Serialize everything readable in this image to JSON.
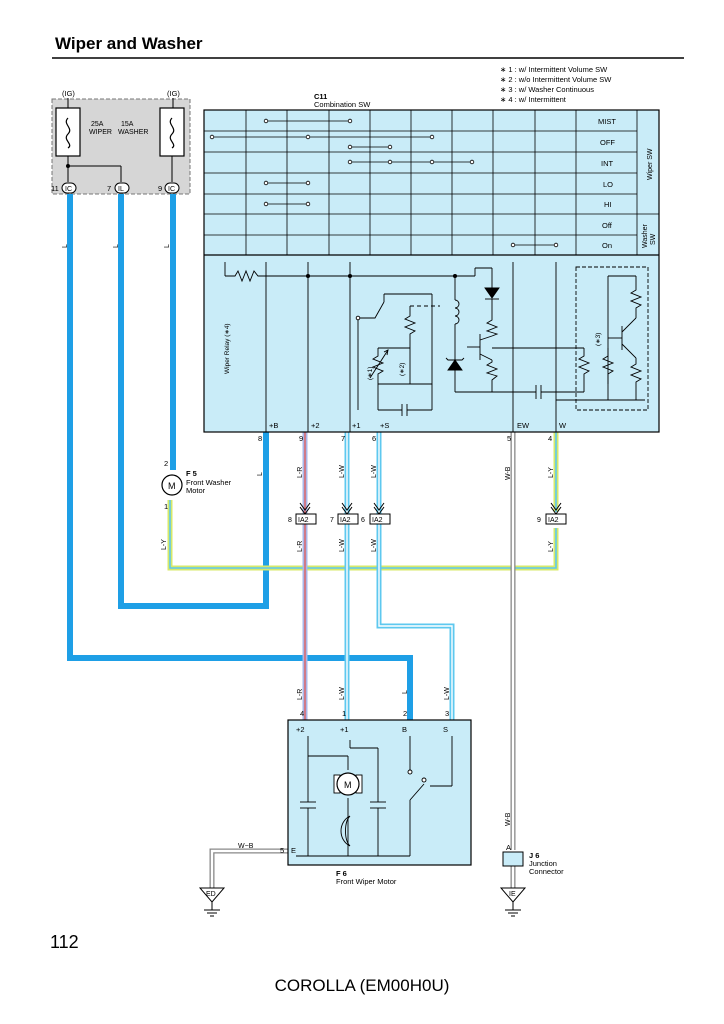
{
  "page": {
    "title": "Wiper and Washer",
    "page_number": "112",
    "footer": "COROLLA (EM00H0U)"
  },
  "notes": [
    "∗ 1 : w/ Intermittent Volume SW",
    "∗ 2 : w/o Intermittent Volume SW",
    "∗ 3 : w/ Washer Continuous",
    "∗ 4 : w/ Intermittent"
  ],
  "fuse_box": {
    "ig_left": "(IG)",
    "ig_right": "(IG)",
    "wiper_fuse": [
      "25A",
      "WIPER"
    ],
    "washer_fuse": [
      "15A",
      "WASHER"
    ],
    "connectors": [
      {
        "pin": "11",
        "code": "IC"
      },
      {
        "pin": "7",
        "code": "IL"
      },
      {
        "pin": "9",
        "code": "IC"
      }
    ]
  },
  "combination_sw": {
    "code": "C11",
    "name": "Combination SW",
    "wiper_positions": [
      "MIST",
      "OFF",
      "INT",
      "LO",
      "HI"
    ],
    "washer_positions": [
      "Off",
      "On"
    ],
    "wiper_sw_label": "Wiper SW",
    "washer_sw_label": [
      "Washer",
      "SW"
    ],
    "relay_label": "Wiper Relay (∗4)",
    "annot": [
      "(∗1)",
      "(∗2)",
      "(∗3)"
    ],
    "terminals": [
      {
        "pin": "8",
        "name": "+B"
      },
      {
        "pin": "9",
        "name": "+2"
      },
      {
        "pin": "7",
        "name": "+1"
      },
      {
        "pin": "6",
        "name": "+S"
      },
      {
        "pin": "5",
        "name": "EW"
      },
      {
        "pin": "4",
        "name": "W"
      }
    ]
  },
  "wire_colors": {
    "L": "L",
    "LR": "L-R",
    "LW": "L-W",
    "LY": "L-Y",
    "WB": "W-B",
    "WB2": "W−B"
  },
  "washer_motor": {
    "code": "F 5",
    "name": [
      "Front Washer",
      "Motor"
    ],
    "symbol": "M",
    "pins": [
      "2",
      "1"
    ]
  },
  "ia2": {
    "code": "IA2",
    "pins": [
      "8",
      "7",
      "6",
      "9"
    ]
  },
  "wiper_motor": {
    "code": "F 6",
    "name": "Front Wiper Motor",
    "symbol": "M",
    "pins": [
      "4",
      "1",
      "2",
      "3"
    ],
    "terminals": [
      "+2",
      "+1",
      "B",
      "S"
    ],
    "ground_pin": "5",
    "ground_term": "E"
  },
  "junction": {
    "code": "J 6",
    "name": [
      "Junction",
      "Connector"
    ],
    "pin": "A"
  },
  "grounds": [
    "ED",
    "IE"
  ],
  "colors": {
    "panel_fill": "#c9ecf8",
    "fuse_fill": "#d6d6d6",
    "wire_blue": "#1e9fe6",
    "wire_light": "#5ec8ef",
    "wire_yellow": "#d7e96a",
    "wire_red": "#e06060"
  }
}
